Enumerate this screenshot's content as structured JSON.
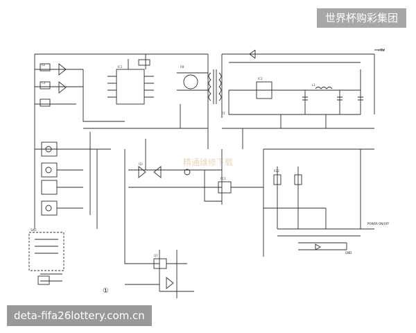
{
  "watermark_top_right": "世界杯购彩集团",
  "watermark_bottom_left": "deta-fifa26lottery.com.cn",
  "center_watermark": "精通维修下载",
  "figure_number": "①",
  "labels": {
    "out_5v": "+5V",
    "power_on": "POWER ON/OFF",
    "gnd": "GND"
  }
}
